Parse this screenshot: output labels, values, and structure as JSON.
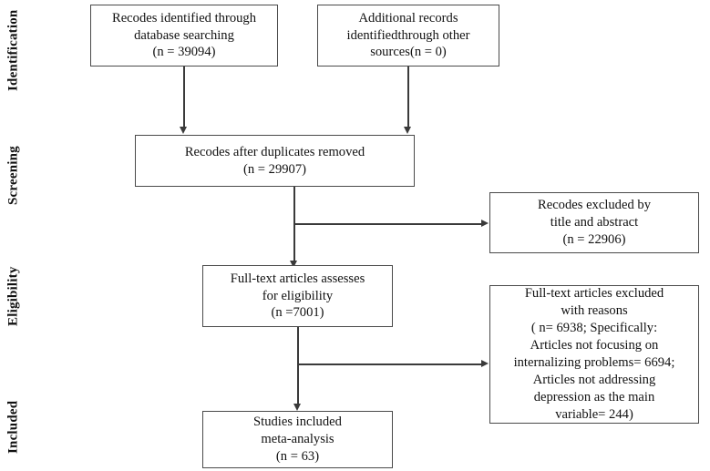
{
  "diagram": {
    "type": "prisma-flow-diagram",
    "phases": [
      {
        "id": "identification",
        "label": "Identification"
      },
      {
        "id": "screening",
        "label": "Screening"
      },
      {
        "id": "eligibility",
        "label": "Eligibility"
      },
      {
        "id": "included",
        "label": "Included"
      }
    ],
    "nodes": {
      "records_database": {
        "lines": [
          "Recodes identified through",
          "database searching",
          "(n = 39094)"
        ],
        "count": 39094
      },
      "records_other": {
        "lines": [
          "Additional records",
          "identifiedthrough other",
          "sources(n = 0)"
        ],
        "count": 0
      },
      "records_dedup": {
        "lines": [
          "Recodes after duplicates removed",
          "(n = 29907)"
        ],
        "count": 29907
      },
      "records_excluded": {
        "lines": [
          "Recodes excluded by",
          "title and abstract",
          "(n = 22906)"
        ],
        "count": 22906
      },
      "fulltext_assessed": {
        "lines": [
          "Full-text articles assesses",
          "for eligibility",
          "(n =7001)"
        ],
        "count": 7001
      },
      "fulltext_excluded": {
        "lines": [
          "Full-text articles excluded",
          "with reasons",
          "( n= 6938; Specifically:",
          "Articles not focusing on",
          "internalizing problems= 6694;",
          "Articles not addressing",
          "depression as the main",
          "variable= 244)"
        ],
        "count": 6938,
        "reasons": [
          {
            "label": "Articles not focusing on internalizing problems",
            "count": 6694
          },
          {
            "label": "Articles not addressing depression as the main variable",
            "count": 244
          }
        ]
      },
      "studies_included": {
        "lines": [
          "Studies included",
          "meta-analysis",
          "(n = 63)"
        ],
        "count": 63
      }
    },
    "colors": {
      "box_border": "#4a4a4a",
      "connector": "#3a3a3a",
      "text": "#111111",
      "background": "#ffffff"
    }
  }
}
